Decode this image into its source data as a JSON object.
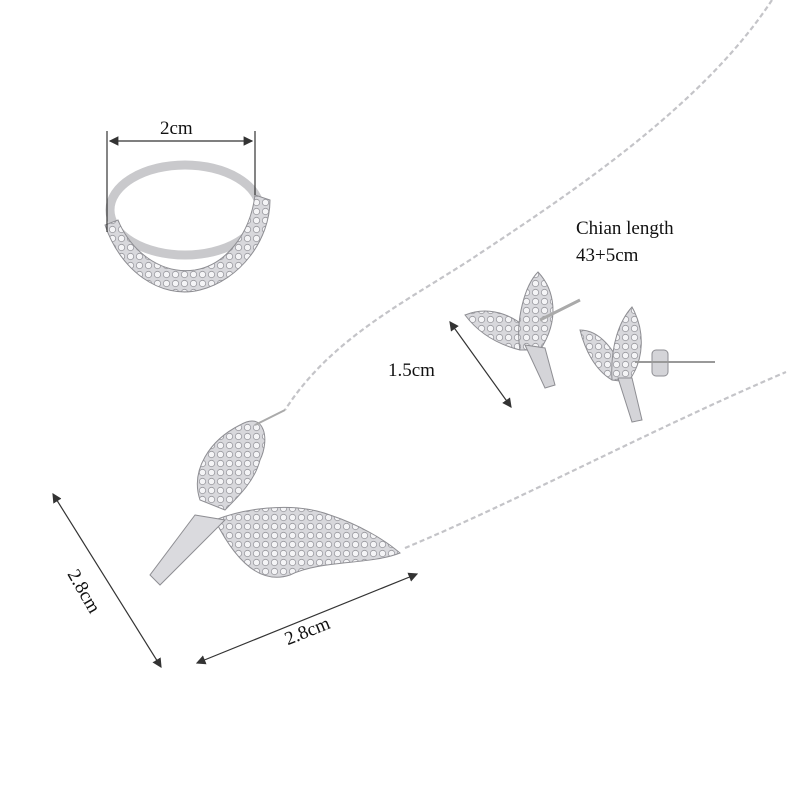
{
  "labels": {
    "ring_width": "2cm",
    "chain_title": "Chian length",
    "chain_value": "43+5cm",
    "earring_height": "1.5cm",
    "pendant_height": "2.8cm",
    "pendant_width": "2.8cm"
  },
  "colors": {
    "background": "#ffffff",
    "metal": "#c9c9cc",
    "metal_dark": "#8e8e93",
    "arrow": "#333333"
  }
}
